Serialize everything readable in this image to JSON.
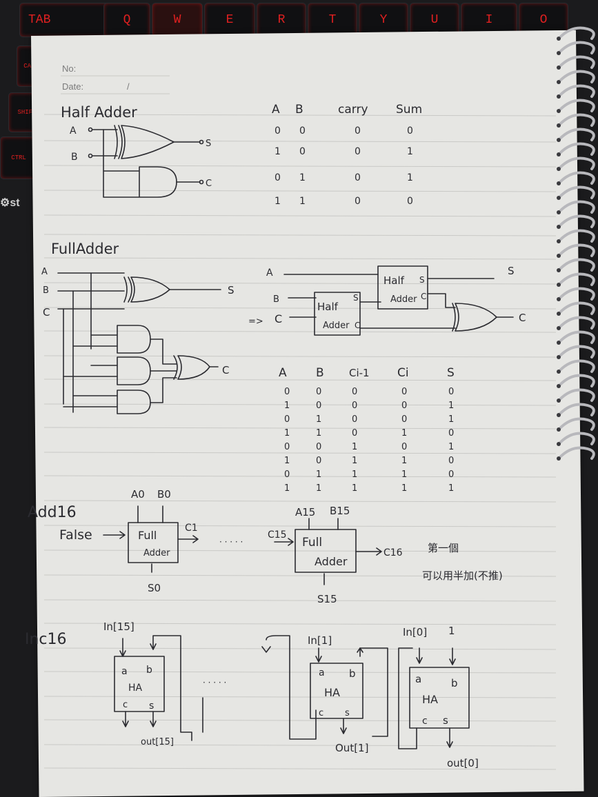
{
  "keyboard": {
    "keys": [
      "TAB",
      "Q",
      "W",
      "E",
      "R",
      "T",
      "Y",
      "U",
      "I",
      "O",
      "CAPS",
      "SHIFT",
      "CTRL"
    ],
    "accent_color": "#e02020",
    "logo_text": "st"
  },
  "header": {
    "no_label": "No:",
    "date_label": "Date:",
    "date_sep": "/"
  },
  "half_adder": {
    "title": "Half Adder",
    "in_a": "A",
    "in_b": "B",
    "out_s": "S",
    "out_c": "C",
    "table": {
      "headers": [
        "A",
        "B",
        "carry",
        "Sum"
      ],
      "rows": [
        [
          "0",
          "0",
          "0",
          "0"
        ],
        [
          "1",
          "0",
          "0",
          "1"
        ],
        [
          "0",
          "1",
          "0",
          "1"
        ],
        [
          "1",
          "1",
          "0",
          "0"
        ]
      ]
    }
  },
  "full_adder": {
    "title": "FullAdder",
    "in_a": "A",
    "in_b": "B",
    "in_c": "C",
    "out_s": "S",
    "out_c": "C",
    "block": {
      "arrow": "=>",
      "in_a": "A",
      "in_b": "B",
      "in_c": "C",
      "ha1_line1": "Half",
      "ha1_line2": "Adder",
      "ha1_s": "S",
      "ha1_c": "C",
      "ha2_line1": "Half",
      "ha2_line2": "Adder",
      "ha2_s": "S",
      "ha2_c": "C",
      "out_s": "S",
      "out_c": "C"
    },
    "table": {
      "headers": [
        "A",
        "B",
        "Ci-1",
        "Ci",
        "S"
      ],
      "rows": [
        [
          "0",
          "0",
          "0",
          "0",
          "0"
        ],
        [
          "1",
          "0",
          "0",
          "0",
          "1"
        ],
        [
          "0",
          "1",
          "0",
          "0",
          "1"
        ],
        [
          "1",
          "1",
          "0",
          "1",
          "0"
        ],
        [
          "0",
          "0",
          "1",
          "0",
          "1"
        ],
        [
          "1",
          "0",
          "1",
          "1",
          "0"
        ],
        [
          "0",
          "1",
          "1",
          "1",
          "0"
        ],
        [
          "1",
          "1",
          "1",
          "1",
          "1"
        ]
      ]
    }
  },
  "add16": {
    "title": "Add16",
    "false_label": "False",
    "fa0": {
      "a": "A0",
      "b": "B0",
      "line1": "Full",
      "line2": "Adder",
      "c_out": "C1",
      "s": "S0"
    },
    "dots": "· · · · ·",
    "fa15": {
      "a": "A15",
      "b": "B15",
      "c_in": "C15",
      "line1": "Full",
      "line2": "Adder",
      "c_out": "C16",
      "s": "S15"
    },
    "note_line1": "第一個",
    "note_line2": "可以用半加(不推)"
  },
  "inc16": {
    "title": "Inc16",
    "ha15": {
      "in": "In[15]",
      "a": "a",
      "b": "b",
      "label": "HA",
      "c": "c",
      "s": "s",
      "out": "out[15]"
    },
    "dots": "· · · · ·",
    "ha1": {
      "in": "In[1]",
      "a": "a",
      "b": "b",
      "label": "HA",
      "c": "c",
      "s": "s",
      "out": "Out[1]"
    },
    "ha0": {
      "in": "In[0]",
      "one": "1",
      "a": "a",
      "b": "b",
      "label": "HA",
      "c": "c",
      "s": "s",
      "out": "out[0]"
    }
  }
}
